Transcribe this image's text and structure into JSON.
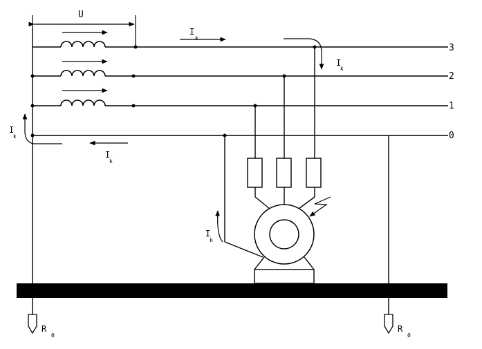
{
  "diagram": {
    "voltage_label": "U",
    "current_label": "I",
    "current_subscript": "k",
    "ground_resistor_label": "R",
    "ground_resistor_subscript": "0",
    "lines": [
      {
        "id": "3",
        "label": "3"
      },
      {
        "id": "2",
        "label": "2"
      },
      {
        "id": "1",
        "label": "1"
      },
      {
        "id": "0",
        "label": "0"
      }
    ],
    "colors": {
      "ink": "#000000",
      "background": "#ffffff"
    }
  }
}
